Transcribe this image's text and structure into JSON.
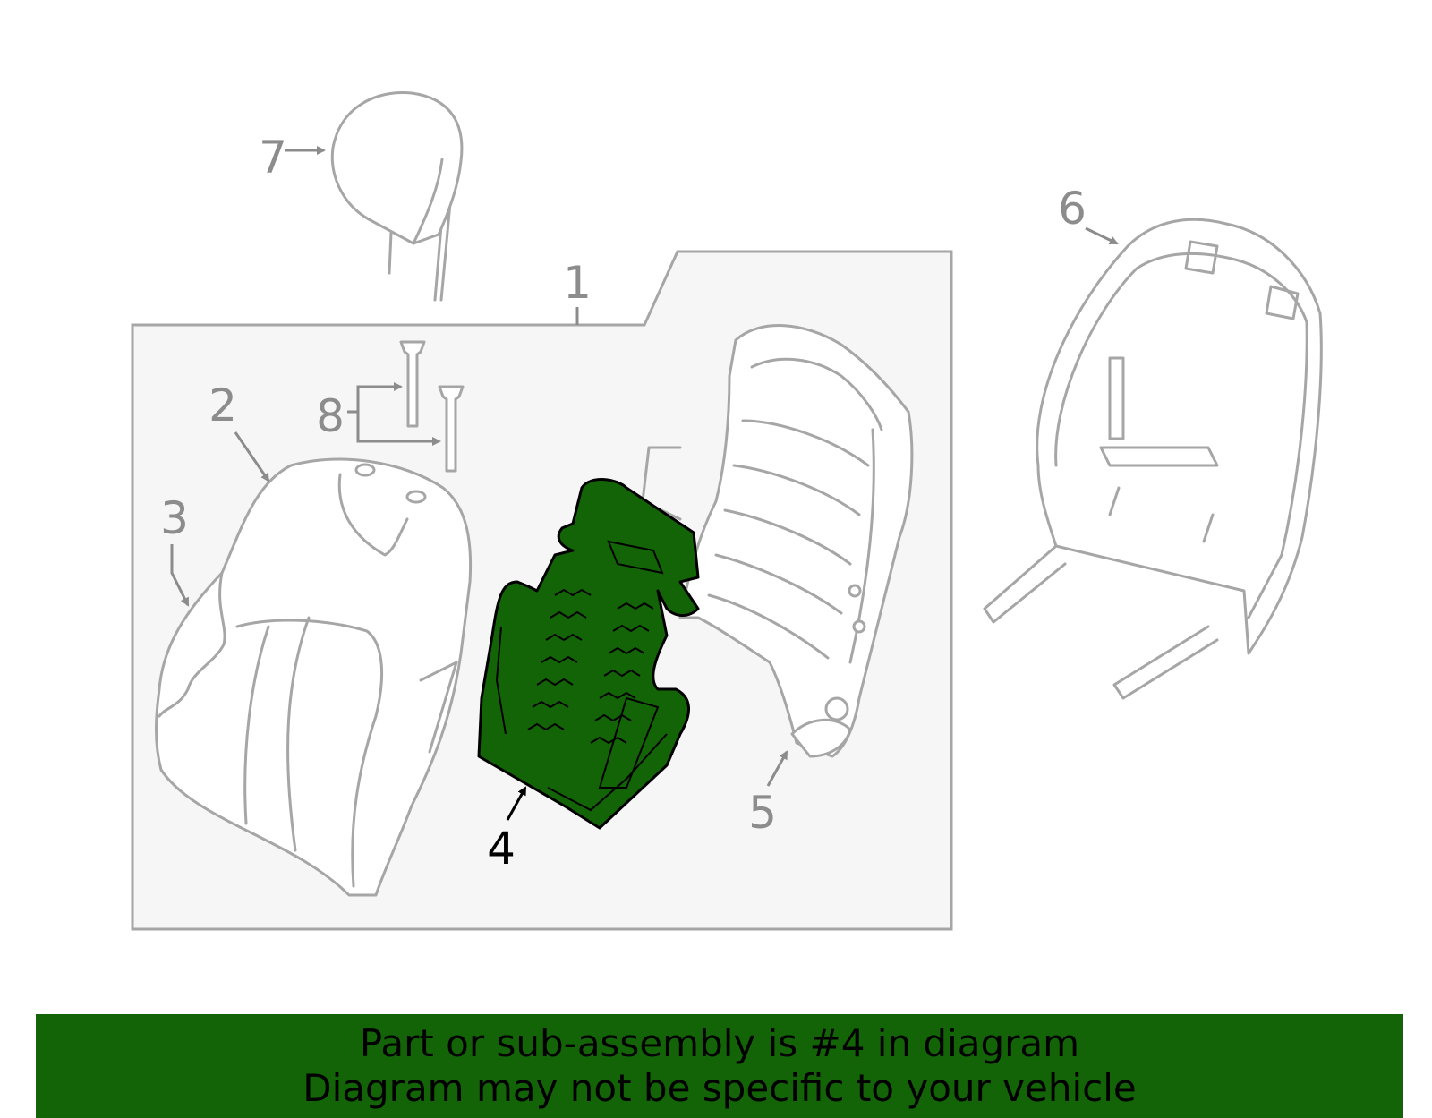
{
  "diagram": {
    "callouts": {
      "c1": "1",
      "c2": "2",
      "c3": "3",
      "c4": "4",
      "c5": "5",
      "c6": "6",
      "c7": "7",
      "c8": "8"
    },
    "highlighted_part": "4",
    "colors": {
      "highlight": "#136406",
      "outline": "#a6a6a6",
      "box_fill": "#f6f6f6"
    }
  },
  "banner": {
    "line1": "Part or sub-assembly is #4 in diagram",
    "line2": "Diagram may not be specific to your vehicle"
  }
}
